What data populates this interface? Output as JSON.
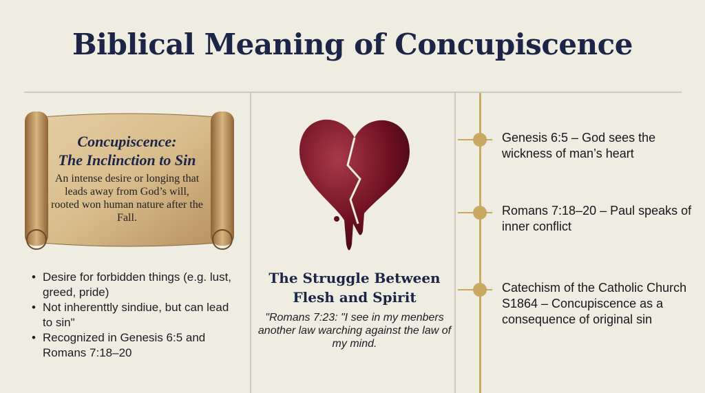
{
  "title": "Biblical Meaning of Concupiscence",
  "colors": {
    "navy": "#1c2548",
    "gold": "#c9a862",
    "parchment": "#d8bf92",
    "heart": "#6e1020",
    "background": "#efece2"
  },
  "scroll": {
    "title_line1": "Concupiscence:",
    "title_line2": "The Inclinction to Sin",
    "body": "An intense desire or longing that leads away from God’s will, rooted won human nature after the Fall."
  },
  "bullets": [
    "Desire for forbidden things (e.g. lust, greed, pride)",
    "Not inherenttly sindiue, but can lead to sin\"",
    "Recognized in Genesis 6:5 and Romans 7:18–20"
  ],
  "center": {
    "icon": "broken-heart-icon",
    "title": "The Struggle Between Flesh and Spirit",
    "quote": "\"Romans 7:23: \"I see in my menbers another law warching against the law of my mind."
  },
  "timeline": [
    {
      "text": "Genesis 6:5 – God sees the wickness of man’s heart"
    },
    {
      "text": "Romans 7:18–20 – Paul speaks of inner conflict"
    },
    {
      "text": "Catechism of the Catholic Church S1864 – Concupiscence as a consequence of original sin"
    }
  ]
}
